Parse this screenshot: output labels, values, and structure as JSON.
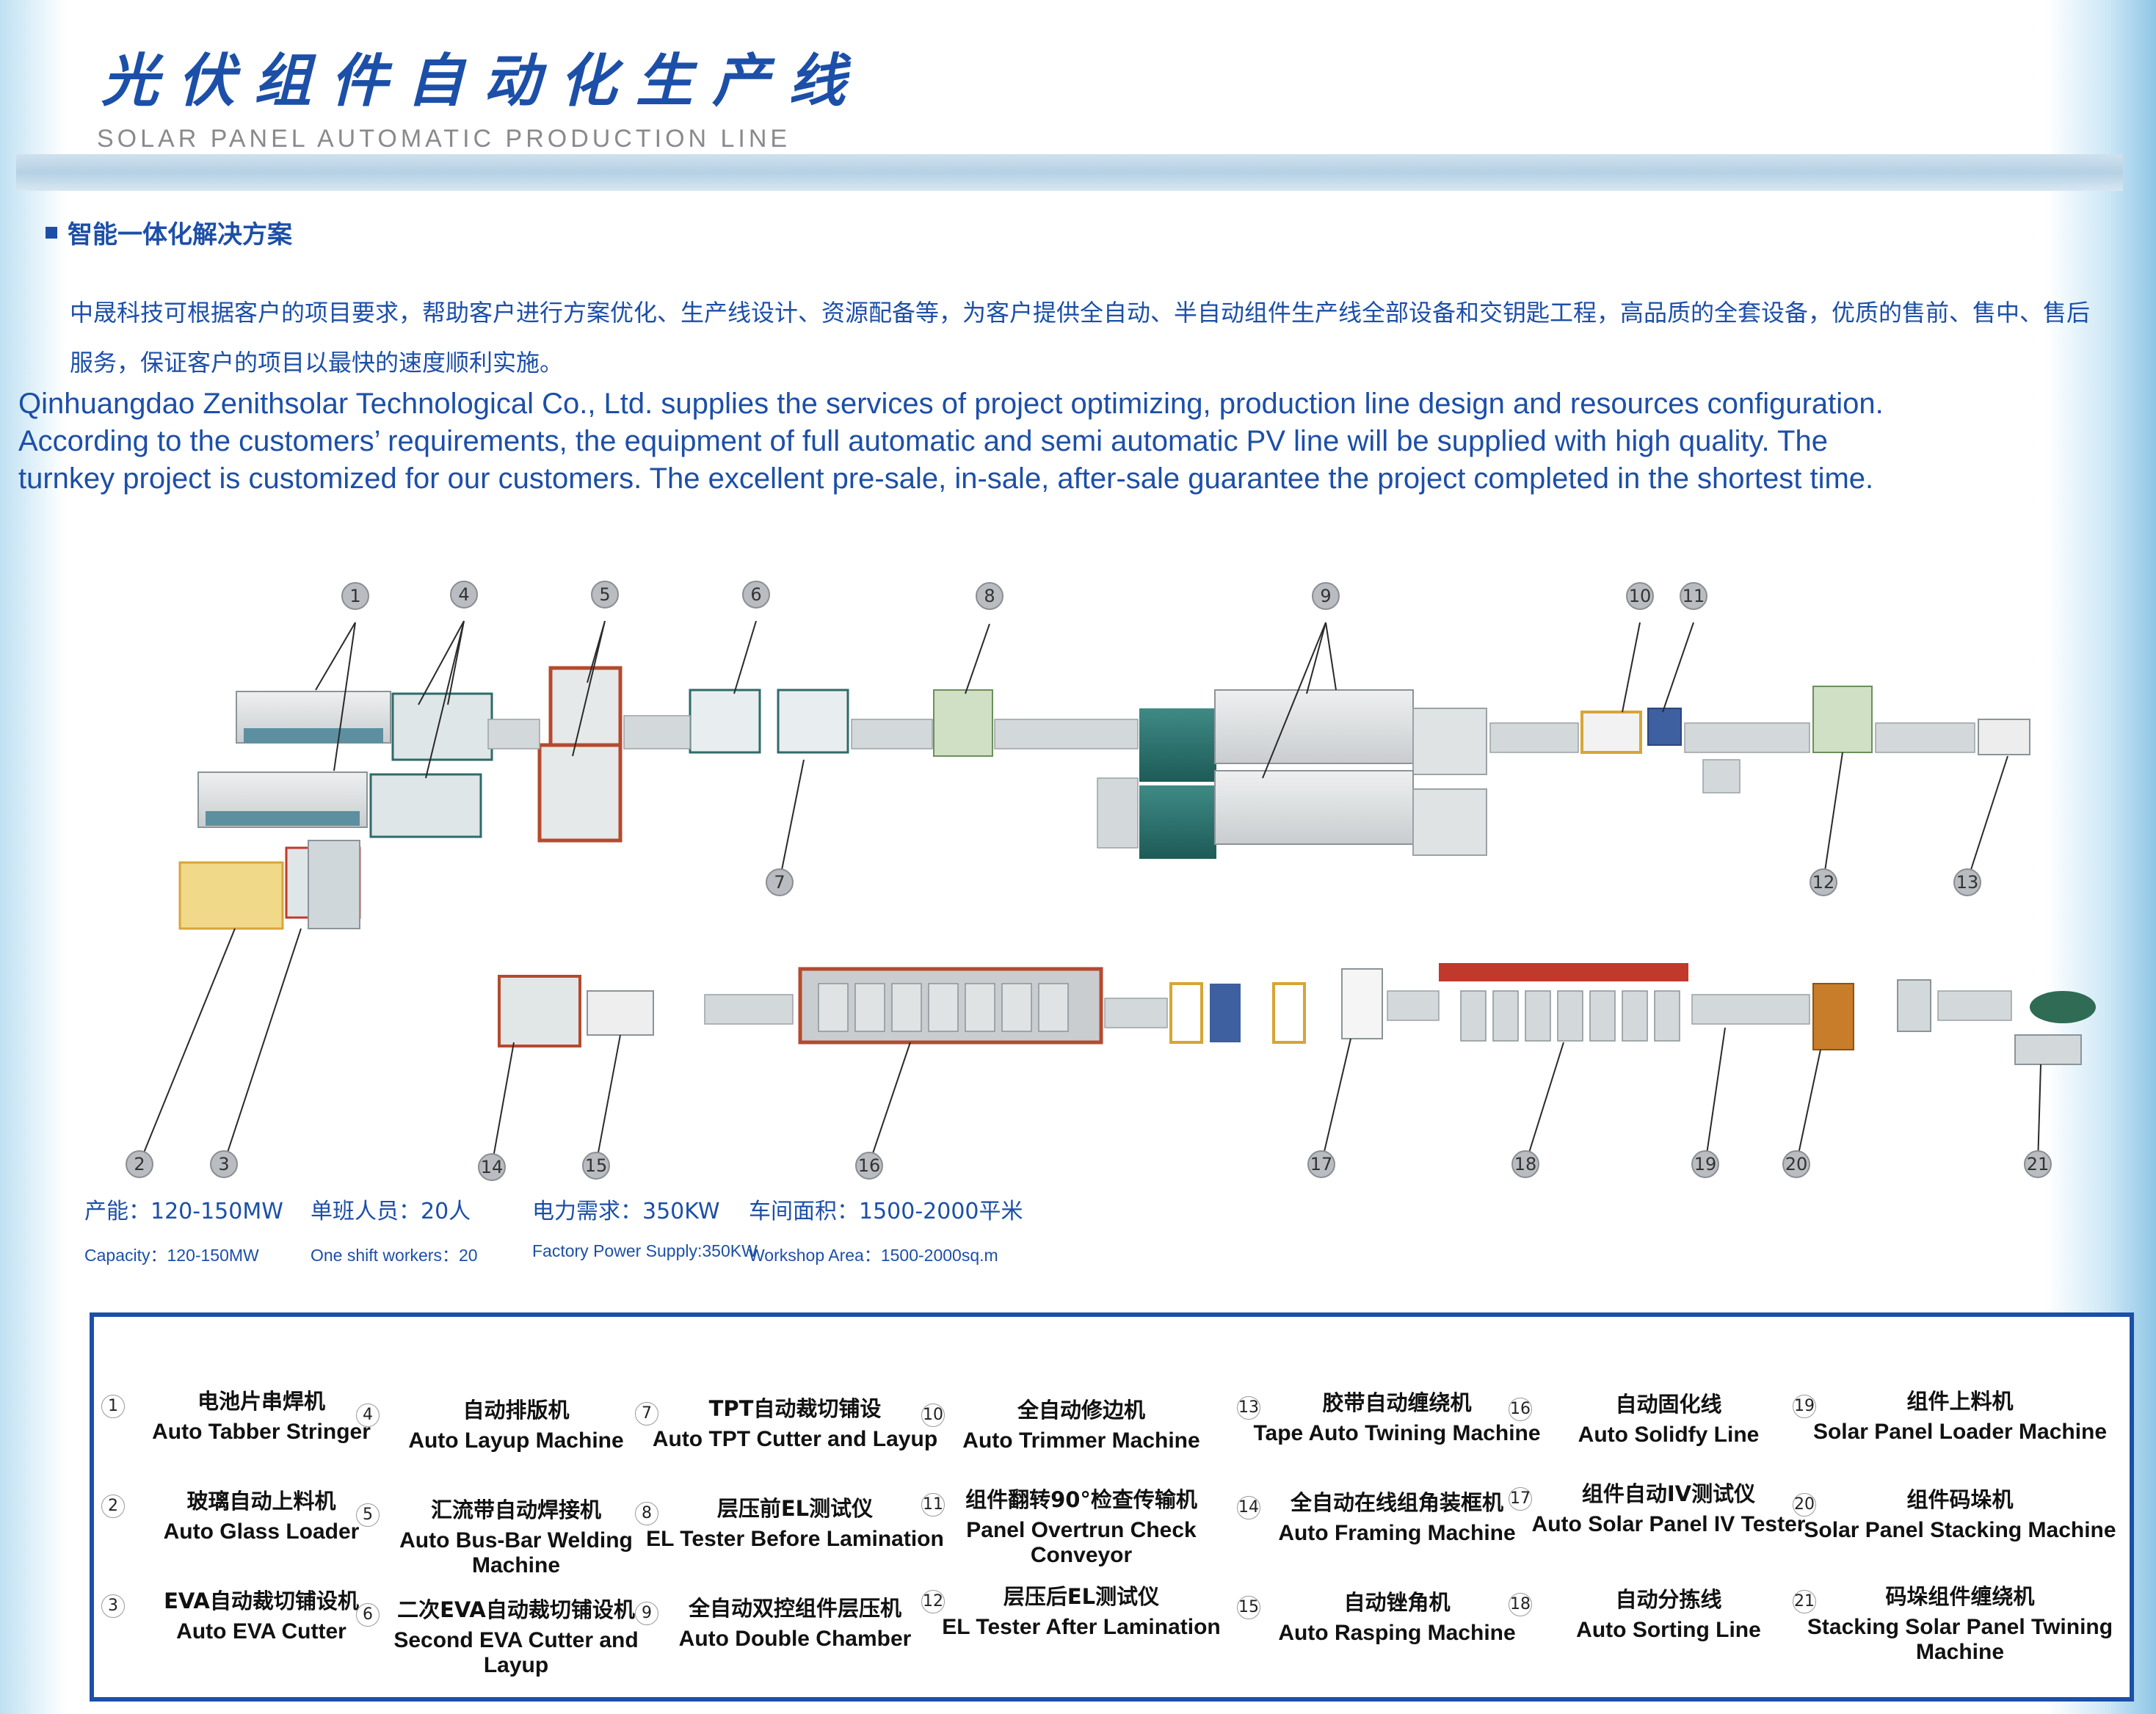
{
  "header": {
    "title_cn": "光伏组件自动化生产线",
    "title_en": "SOLAR PANEL AUTOMATIC PRODUCTION LINE"
  },
  "section": {
    "title": "智能一体化解决方案",
    "intro_cn": "中晟科技可根据客户的项目要求，帮助客户进行方案优化、生产线设计、资源配备等，为客户提供全自动、半自动组件生产线全部设备和交钥匙工程，高品质的全套设备，优质的售前、售中、售后服务，保证客户的项目以最快的速度顺利实施。",
    "intro_en": [
      "Qinhuangdao Zenithsolar Technological Co., Ltd. supplies the services of project optimizing, production line design and resources configuration.",
      "According to the customers’  requirements, the equipment of full automatic and semi automatic PV line will be supplied with high quality. The",
      "turnkey project is customized for our customers. The excellent pre-sale, in-sale, after-sale guarantee the project completed in the shortest time."
    ]
  },
  "diagram": {
    "badges": [
      "1",
      "2",
      "3",
      "4",
      "5",
      "6",
      "7",
      "8",
      "9",
      "10",
      "11",
      "12",
      "13",
      "14",
      "15",
      "16",
      "17",
      "18",
      "19",
      "20",
      "21"
    ]
  },
  "stats": [
    {
      "cn": "产能：120-150MW",
      "en": "Capacity：120-150MW"
    },
    {
      "cn": "单班人员：20人",
      "en": "One shift workers：20"
    },
    {
      "cn": "电力需求：350KW",
      "en": "Factory Power Supply:350KW"
    },
    {
      "cn": "车间面积：1500-2000平米",
      "en": "Workshop Area：1500-2000sq.m"
    }
  ],
  "legend": [
    {
      "num": "1",
      "cn": "电池片串焊机",
      "en": "Auto Tabber Stringer"
    },
    {
      "num": "2",
      "cn": "玻璃自动上料机",
      "en": "Auto Glass Loader"
    },
    {
      "num": "3",
      "cn": "EVA自动裁切铺设机",
      "en": "Auto EVA Cutter"
    },
    {
      "num": "4",
      "cn": "自动排版机",
      "en": "Auto Layup Machine"
    },
    {
      "num": "5",
      "cn": "汇流带自动焊接机",
      "en": "Auto Bus-Bar Welding Machine"
    },
    {
      "num": "6",
      "cn": "二次EVA自动裁切铺设机",
      "en": "Second EVA Cutter and Layup"
    },
    {
      "num": "7",
      "cn": "TPT自动裁切铺设",
      "en": "Auto TPT Cutter and Layup"
    },
    {
      "num": "8",
      "cn": "层压前EL测试仪",
      "en": "EL Tester Before Lamination"
    },
    {
      "num": "9",
      "cn": "全自动双控组件层压机",
      "en": "Auto Double Chamber"
    },
    {
      "num": "10",
      "cn": "全自动修边机",
      "en": "Auto Trimmer Machine"
    },
    {
      "num": "11",
      "cn": "组件翻转90°检查传输机",
      "en": "Panel Overtrun Check Conveyor"
    },
    {
      "num": "12",
      "cn": "层压后EL测试仪",
      "en": "EL Tester After Lamination"
    },
    {
      "num": "13",
      "cn": "胶带自动缠绕机",
      "en": "Tape Auto Twining Machine"
    },
    {
      "num": "14",
      "cn": "全自动在线组角装框机",
      "en": "Auto Framing Machine"
    },
    {
      "num": "15",
      "cn": "自动锉角机",
      "en": "Auto Rasping Machine"
    },
    {
      "num": "16",
      "cn": "自动固化线",
      "en": "Auto Solidfy Line"
    },
    {
      "num": "17",
      "cn": "组件自动IV测试仪",
      "en": "Auto Solar Panel IV Tester"
    },
    {
      "num": "18",
      "cn": "自动分拣线",
      "en": "Auto Sorting Line"
    },
    {
      "num": "19",
      "cn": "组件上料机",
      "en": "Solar Panel Loader Machine"
    },
    {
      "num": "20",
      "cn": "组件码垛机",
      "en": "Solar Panel Stacking Machine"
    },
    {
      "num": "21",
      "cn": "码垛组件缠绕机",
      "en": "Stacking Solar Panel Twining Machine"
    }
  ]
}
